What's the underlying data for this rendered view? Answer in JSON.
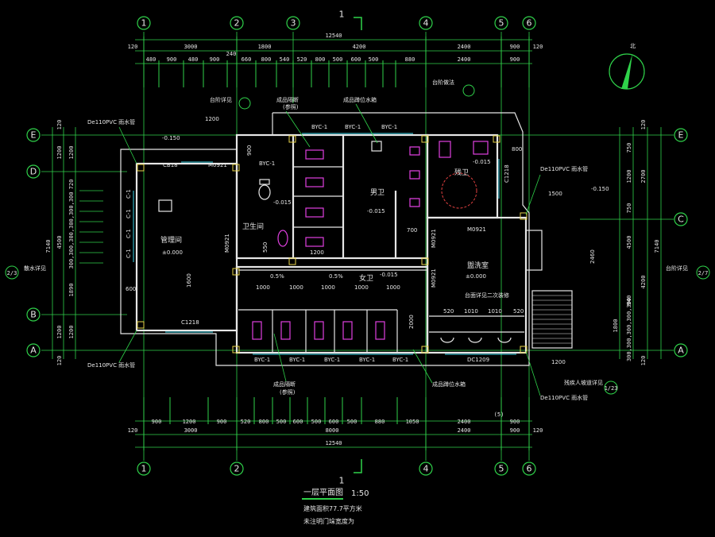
{
  "axes": {
    "columns": [
      "1",
      "2",
      "3",
      "4",
      "5",
      "6"
    ],
    "rows": [
      "E",
      "D",
      "C",
      "B",
      "A"
    ]
  },
  "dims_top": {
    "total": "12540",
    "segments_l2": [
      "3000",
      "1800",
      "4200",
      "2400",
      "900"
    ],
    "segments_l3": [
      "480",
      "900",
      "480",
      "900",
      "240",
      "660",
      "800",
      "540",
      "520",
      "800",
      "500",
      "600",
      "500",
      "880",
      "2400",
      "900"
    ],
    "edge": "120",
    "mark": "240"
  },
  "dims_bottom": {
    "total": "12540",
    "segments_l2": [
      "3000",
      "8000",
      "2400",
      "900"
    ],
    "segments_l3": [
      "900",
      "1200",
      "900",
      "520",
      "800",
      "500",
      "600",
      "500",
      "600",
      "500",
      "880",
      "1050",
      "2400",
      "900"
    ],
    "edge": "120",
    "mark": "(5)"
  },
  "dims_left": {
    "total": "7140",
    "segments": [
      "1200",
      "1200",
      "4500",
      "1890",
      "1200"
    ],
    "detail": "300,300,300,300,300,300",
    "edge": "120",
    "v2": [
      "1890",
      "720"
    ]
  },
  "dims_right": {
    "total": "7140",
    "segments": [
      "750",
      "1200",
      "2700",
      "750",
      "4500",
      "4200",
      "1800",
      "940"
    ],
    "detail": "300,300,300,300,300",
    "edge": "120"
  },
  "rooms": {
    "management": "管理间",
    "management_level": "±0.000",
    "sanitation": "卫生间",
    "men": "男卫",
    "women": "女卫",
    "disabled": "残卫",
    "wash": "盥洗室",
    "wash_level": "±0.000"
  },
  "notes": {
    "men_partition": "成品隔断",
    "men_partition_sub": "(参照)",
    "urinal_cistern": "成品蹲位水箱",
    "women_partition": "成品隔断",
    "women_partition_sub": "(参照)",
    "urinal_ref": "成品蹲位水箱",
    "downpipe_1": "De110PVC  雨水管",
    "downpipe_2": "De110PVC  雨水管",
    "downpipe_3": "De110PVC  雨水管",
    "downpipe_4": "De110PVC  雨水管",
    "detail_ref_top": "台阶详见",
    "ramp_ref": "残疾人坡道详见",
    "ramp_ref_sub": "1/23",
    "slope_note": "台阶做法",
    "desk_ref": "台面详见二次装修",
    "ref_left": "散水详见",
    "ref_left_num": "2/3",
    "ref_right": "台阶详见",
    "ref_right_num": "2/7",
    "north": "北"
  },
  "labels": {
    "c1": "C-1",
    "byc1": "BYC-1",
    "m0921": "M0921",
    "cb18": "CB18",
    "c1218": "C1218",
    "c1209": "DC1209",
    "level_neg_150": "-0.150",
    "level_neg_015": "-0.015",
    "level_neg_0015": "-0.015",
    "slope_05": "0.5%",
    "num_1000": "1000",
    "num_700": "700",
    "num_600": "600",
    "num_800": "800",
    "num_1500": "1500",
    "num_2460": "2460",
    "num_1000b": "1010",
    "num_520": "520",
    "num_1200": "1200",
    "num_550": "550",
    "num_1600": "1600",
    "num_900": "900",
    "num_2000": "2000"
  },
  "title": {
    "name": "一层平面图",
    "scale": "1:50",
    "line1": "建筑面积77.7平方米",
    "line2": "未注明门垛宽度为"
  }
}
